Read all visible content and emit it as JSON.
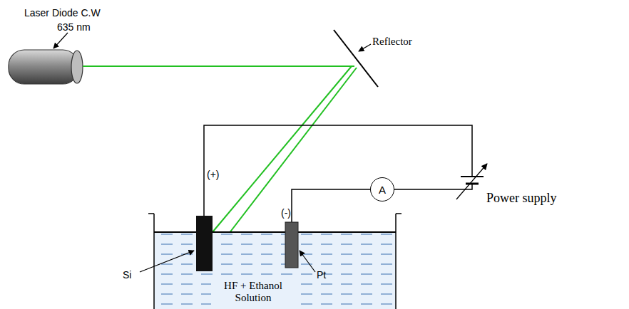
{
  "diagram": {
    "nodes": [
      {
        "text": [
          "A"
        ]
      }
    ],
    "edges": [],
    "labels": [
      "Laser Diode C.W",
      "635 nm",
      "Reflector",
      "(+)",
      "(-)",
      "Power supply",
      "Si",
      "Pt",
      "HF + Ethanol Solution"
    ]
  }
}
